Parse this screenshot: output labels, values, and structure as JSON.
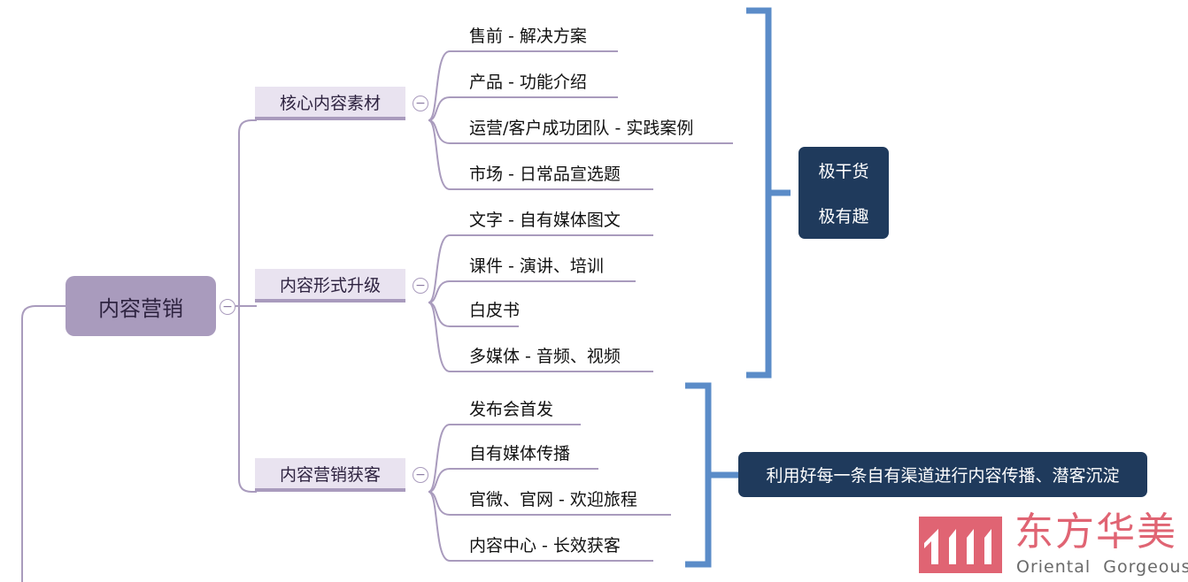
{
  "root": {
    "label": "内容营销"
  },
  "branches": [
    {
      "label": "核心内容素材",
      "children": [
        "售前 - 解决方案",
        "产品 - 功能介绍",
        "运营/客户成功团队 - 实践案例",
        "市场 - 日常品宣选题"
      ]
    },
    {
      "label": "内容形式升级",
      "children": [
        "文字 - 自有媒体图文",
        "课件 - 演讲、培训",
        "白皮书",
        "多媒体 - 音频、视频"
      ]
    },
    {
      "label": "内容营销获客",
      "children": [
        "发布会首发",
        "自有媒体传播",
        "官微、官网 - 欢迎旅程",
        "内容中心 - 长效获客"
      ]
    }
  ],
  "collapse_symbol": "−",
  "summaries": {
    "top": {
      "lines": [
        "极干货",
        "极有趣"
      ]
    },
    "bottom": {
      "text": "利用好每一条自有渠道进行内容传播、潜客沉淀"
    }
  },
  "watermark": {
    "name_cn": "东方华美",
    "name_en": "Oriental  Gorgeous"
  },
  "colors": {
    "connector": "#a99bbd",
    "bracket": "#5b8cc8",
    "callout": "#1f3a5c",
    "logo": "#e06473"
  }
}
